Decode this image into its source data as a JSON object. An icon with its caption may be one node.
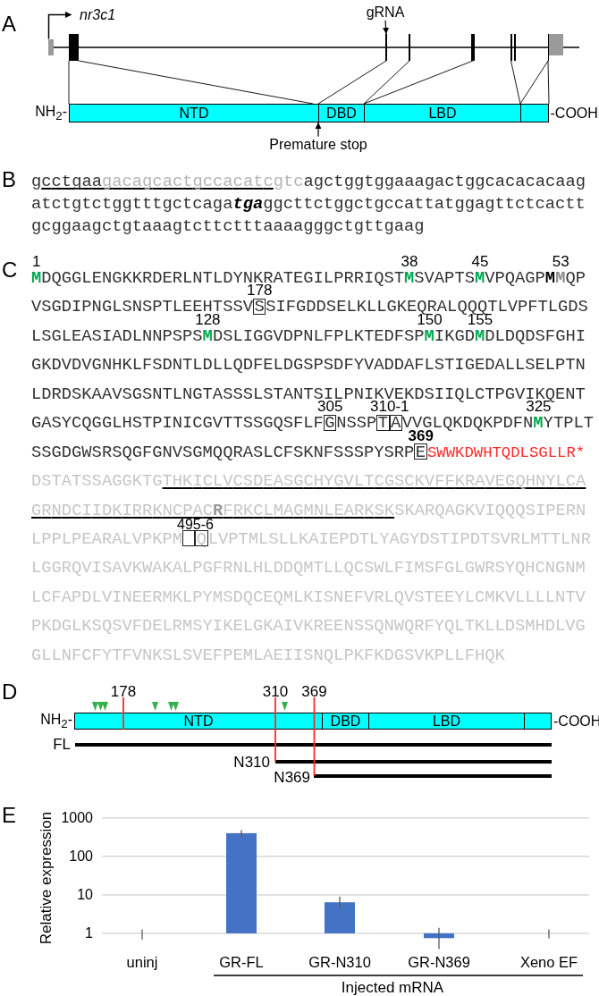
{
  "diagram": {
    "nodes": [
      {
        "text": [
          "gRNA"
        ]
      },
      {
        "text": [],
        "shape": "bar"
      },
      {
        "text": [],
        "shape": "bar"
      },
      {
        "text": [],
        "shape": "bar"
      },
      {
        "text": [],
        "shape": "bar"
      },
      {
        "text": [],
        "shape": "bar"
      },
      {
        "text": [],
        "shape": "bar"
      },
      {
        "text": [],
        "shape": "bar"
      },
      {
        "text": [],
        "shape": "bar"
      },
      {
        "text": [],
        "shape": "bar",
        "beside": [
          "NH$_{2}$-",
          "-COOH"
        ]
      },
      {
        "text": [
          "NTD"
        ],
        "in": 9
      },
      {
        "text": [
          "DBD"
        ],
        "in": 9
      },
      {
        "text": [
          "LBD"
        ],
        "in": 9
      },
      {
        "text": [],
        "shape": "box",
        "in": 9
      },
      {
        "text": [
          "Premature stop"
        ]
      },
      {
        "text": [],
        "shape": "bar",
        "beside": [
          "NH$_{2}$-",
          "-COOH"
        ]
      },
      {
        "text": [
          "NTD"
        ],
        "in": 15
      },
      {
        "text": [
          "DBD"
        ],
        "in": 15
      },
      {
        "text": [
          "LBD"
        ],
        "in": 15
      },
      {
        "text": [],
        "shape": "box",
        "in": 15
      },
      {
        "text": [],
        "shape": "bar",
        "beside": [
          "FL"
        ]
      },
      {
        "text": [],
        "shape": "bar",
        "beside": [
          "N310"
        ]
      },
      {
        "text": [],
        "shape": "bar",
        "beside": [
          "N369"
        ]
      }
    ],
    "edges": [
      {
        "from": 0,
        "to": 3,
        "arrow": "to"
      },
      {
        "from": 2,
        "to": 9,
        "arrow": "none"
      },
      {
        "from": 2,
        "to": 9,
        "arrow": "none"
      },
      {
        "from": 3,
        "to": 9,
        "arrow": "none"
      },
      {
        "from": 4,
        "to": 9,
        "arrow": "none"
      },
      {
        "from": 5,
        "to": 9,
        "arrow": "none"
      },
      {
        "from": 6,
        "to": 9,
        "arrow": "none"
      },
      {
        "from": 8,
        "to": 9,
        "arrow": "none"
      },
      {
        "from": 8,
        "to": 9,
        "arrow": "none"
      },
      {
        "from": 14,
        "to": 9,
        "arrow": "to"
      }
    ],
    "labels": [
      "A",
      "nr3c1",
      "B",
      "gcctgaa",
      "gacagcactgccacatcgtc",
      "agctggtggaaagactggcacacacaag",
      "atctgtctggtttgctcaga**tga**ggcttctggctgccattatggagttctcactt",
      "gcggaagctgtaaagtcttctttaaaagggctgttgaag",
      "C",
      "1",
      "38",
      "45",
      "53",
      "**M**DQGGLENGKKRDERLNTLDYNKRATEGILPRRIQST**M**SVAPTS**M**VPQAGP**M****M**QP",
      "178",
      "VSGDIPNGLSNSPTLEEHTSSVSSIFGDDSELKLLGKEQRALQQQTLVPFTLGDS",
      "128",
      "150",
      "155",
      "LSGLEASIADLNNPSPS**M**DSLIGGVDPNLFPLKTEDFSP**M**IKGD**M**DLDQDSFGHI",
      "GKDVDVGNHKLFSDNTLDLLQDFELDGSPSDFYVADDAFLSTIGEDALLSELPTN",
      "LDRDSKAAVSGSNTLNGTASSSLSTANTSILPNIKVEKDSIIQLCTPGVIKQENT",
      "305",
      "310-1",
      "325",
      "GASYCQGGLHSTPINICGVTTSSGQSFLFGNSSPTAVVGLQKDQKPDFN**M**YTPLT",
      "369",
      "SSGDGWSRSQGFGNVSGMQQRASLCFSKNFSSSPYSRPE",
      "SWWKDWHTQDLSGLLR*",
      "DSTATSSAGGKTGTHKICLVCSDEASGCHYGVLTCGSCKVFFKRAVEGQHNYLCA",
      "GRNDCIIDKIRRKNCPAC**R**FRKCLMAGMNLEARKSKSKARQAGKVIQQQSIPERN",
      "495-6",
      "LPPLPEARALVPKPM QLVPTMLSLLKAIEPDTLYAGYDSTIPDTSVRLMTTLNR",
      "LGGRQVISAVKWAKALPGFRNLHLDDQMTLLQCSWLFIMSFGLGWRSYQHCNGNM",
      "LCFAPDLVINEERMKLPYMSDQCEQMLKISNEFVRLQVSTEEYLCMKVLLLLNTV",
      "PKDGLKSQSVFDELRMSYIKELGKAIVKREENSSQNWQRFYQLTKLLDSMHDLVG",
      "GLLNFCFYTFVNKSLSVEFPEMLAEIISNQLPKFKDGSVKPLLFHQK",
      "D",
      "178",
      "310",
      "369",
      "E",
      "Relative expression",
      "1000",
      "100",
      "10",
      "1",
      "uninj",
      "GR-FL",
      "GR-N310",
      "GR-N369",
      "Xeno EF",
      "Injected mRNA"
    ]
  }
}
